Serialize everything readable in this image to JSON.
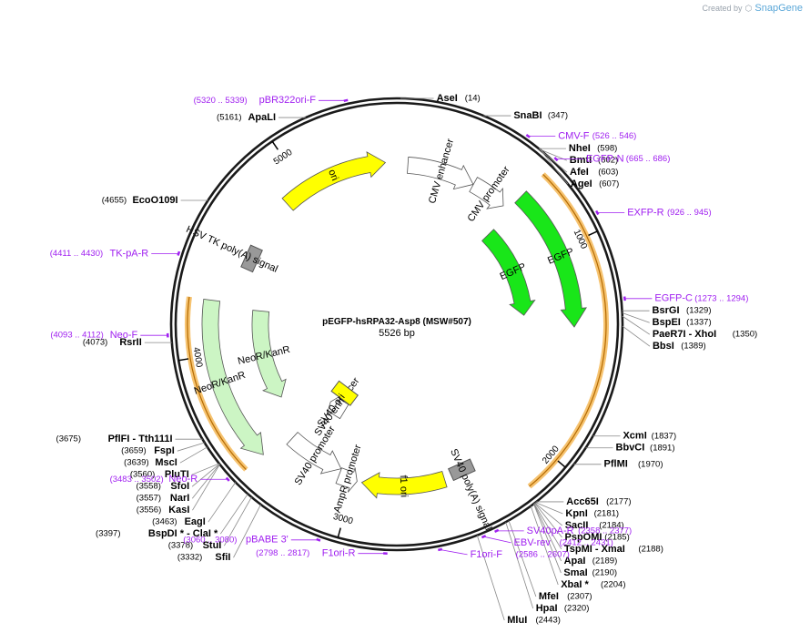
{
  "credit": {
    "prefix": "Created by",
    "brand": "SnapGene"
  },
  "plasmid": {
    "name": "pEGFP-hsRPA32-Asp8 (MSW#507)",
    "length_label": "5526 bp",
    "length": 5526
  },
  "colors": {
    "backbone": "#1a1a1a",
    "site_text": "#000000",
    "primer": "#a020f0",
    "egfp": "#19e619",
    "neo": "#ccf5c4",
    "ori": "#ffff00",
    "promoter": "#ffffff",
    "polya": "#999999",
    "orf": "#f6c370"
  },
  "ticks": [
    {
      "pos": 1000,
      "label": "1000"
    },
    {
      "pos": 2000,
      "label": "2000"
    },
    {
      "pos": 3000,
      "label": "3000"
    },
    {
      "pos": 4000,
      "label": "4000"
    },
    {
      "pos": 5000,
      "label": "5000"
    }
  ],
  "sites": [
    {
      "name": "AseI",
      "coord": "(14)",
      "pos": 14
    },
    {
      "name": "SnaBI",
      "coord": "(347)",
      "pos": 347
    },
    {
      "name": "NheI",
      "coord": "(598)",
      "pos": 598
    },
    {
      "name": "BmtI",
      "coord": "(602)",
      "pos": 602
    },
    {
      "name": "AfeI",
      "coord": "(603)",
      "pos": 603
    },
    {
      "name": "AgeI",
      "coord": "(607)",
      "pos": 607
    },
    {
      "name": "BsrGI",
      "coord": "(1329)",
      "pos": 1329
    },
    {
      "name": "BspEI",
      "coord": "(1337)",
      "pos": 1337
    },
    {
      "name": "PaeR7I - XhoI",
      "coord": "(1350)",
      "pos": 1350
    },
    {
      "name": "BbsI",
      "coord": "(1389)",
      "pos": 1389
    },
    {
      "name": "XcmI",
      "coord": "(1837)",
      "pos": 1837
    },
    {
      "name": "BbvCI",
      "coord": "(1891)",
      "pos": 1891
    },
    {
      "name": "PflMI",
      "coord": "(1970)",
      "pos": 1970
    },
    {
      "name": "Acc65I",
      "coord": "(2177)",
      "pos": 2177
    },
    {
      "name": "KpnI",
      "coord": "(2181)",
      "pos": 2181
    },
    {
      "name": "SacII",
      "coord": "(2184)",
      "pos": 2184
    },
    {
      "name": "PspOMI",
      "coord": "(2185)",
      "pos": 2185
    },
    {
      "name": "TspMI - XmaI",
      "coord": "(2188)",
      "pos": 2188
    },
    {
      "name": "ApaI",
      "coord": "(2189)",
      "pos": 2189
    },
    {
      "name": "SmaI",
      "coord": "(2190)",
      "pos": 2190
    },
    {
      "name": "XbaI *",
      "coord": "(2204)",
      "pos": 2204
    },
    {
      "name": "MfeI",
      "coord": "(2307)",
      "pos": 2307
    },
    {
      "name": "HpaI",
      "coord": "(2320)",
      "pos": 2320
    },
    {
      "name": "MluI",
      "coord": "(2443)",
      "pos": 2443
    },
    {
      "name": "SfiI",
      "coord": "(3332)",
      "pos": 3332
    },
    {
      "name": "StuI",
      "coord": "(3378)",
      "pos": 3378
    },
    {
      "name": "BspDI * - ClaI *",
      "coord": "(3397)",
      "pos": 3397
    },
    {
      "name": "EagI",
      "coord": "(3463)",
      "pos": 3463
    },
    {
      "name": "KasI",
      "coord": "(3556)",
      "pos": 3556
    },
    {
      "name": "NarI",
      "coord": "(3557)",
      "pos": 3557
    },
    {
      "name": "SfoI",
      "coord": "(3558)",
      "pos": 3558
    },
    {
      "name": "PluTI",
      "coord": "(3560)",
      "pos": 3560
    },
    {
      "name": "MscI",
      "coord": "(3639)",
      "pos": 3639
    },
    {
      "name": "FspI",
      "coord": "(3659)",
      "pos": 3659
    },
    {
      "name": "PflFI - Tth111I",
      "coord": "(3675)",
      "pos": 3675
    },
    {
      "name": "RsrII",
      "coord": "(4073)",
      "pos": 4073
    },
    {
      "name": "EcoO109I",
      "coord": "(4655)",
      "pos": 4655
    },
    {
      "name": "ApaLI",
      "coord": "(5161)",
      "pos": 5161
    }
  ],
  "primers": [
    {
      "name": "CMV-F",
      "coord": "(526 .. 546)",
      "pos": 536
    },
    {
      "name": "EGFP-N",
      "coord": "(665 .. 686)",
      "pos": 675
    },
    {
      "name": "EXFP-R",
      "coord": "(926 .. 945)",
      "pos": 935
    },
    {
      "name": "EGFP-C",
      "coord": "(1273 .. 1294)",
      "pos": 1283
    },
    {
      "name": "SV40pA-R",
      "coord": "(2358 .. 2377)",
      "pos": 2367
    },
    {
      "name": "EBV-rev",
      "coord": "(2412 .. 2431)",
      "pos": 2421
    },
    {
      "name": "F1ori-F",
      "coord": "(2586 .. 2607)",
      "pos": 2596
    },
    {
      "name": "F1ori-R",
      "coord": "(2798 .. 2817)",
      "pos": 2807
    },
    {
      "name": "pBABE 3'",
      "coord": "(3060 .. 3080)",
      "pos": 3070
    },
    {
      "name": "Neo-R",
      "coord": "(3483 .. 3502)",
      "pos": 3492
    },
    {
      "name": "Neo-F",
      "coord": "(4093 .. 4112)",
      "pos": 4102
    },
    {
      "name": "TK-pA-R",
      "coord": "(4411 .. 4430)",
      "pos": 4420
    },
    {
      "name": "pBR322ori-F",
      "coord": "(5320 .. 5339)",
      "pos": 5329
    }
  ],
  "features": [
    {
      "name": "CMV enhancer",
      "start": 61,
      "end": 440,
      "kind": "promoter"
    },
    {
      "name": "CMV promoter",
      "start": 441,
      "end": 644,
      "kind": "promoter"
    },
    {
      "name": "EGFP",
      "start": 679,
      "end": 1395,
      "kind": "egfp"
    },
    {
      "name": "EGFP",
      "start": 700,
      "end": 1320,
      "kind": "egfp"
    },
    {
      "name": "SV40 poly(A) signal",
      "start": 2333,
      "end": 2454,
      "kind": "polya"
    },
    {
      "name": "f1 ori",
      "start": 2500,
      "end": 2955,
      "kind": "ori"
    },
    {
      "name": "AmpR promoter",
      "start": 2981,
      "end": 3085,
      "kind": "promoter"
    },
    {
      "name": "SV40 promoter",
      "start": 3087,
      "end": 3416,
      "kind": "promoter"
    },
    {
      "name": "SV40 enhancer",
      "start": 3240,
      "end": 3385,
      "kind": "promoter"
    },
    {
      "name": "SV40 ori",
      "start": 3265,
      "end": 3400,
      "kind": "ori"
    },
    {
      "name": "NeoR/KanR",
      "start": 3464,
      "end": 4258,
      "kind": "neo"
    },
    {
      "name": "NeoR/KanR",
      "start": 3650,
      "end": 4230,
      "kind": "neo"
    },
    {
      "name": "HSV TK poly(A) signal",
      "start": 4494,
      "end": 4542,
      "kind": "polya"
    },
    {
      "name": "ori",
      "start": 4876,
      "end": 5464,
      "kind": "ori"
    }
  ]
}
